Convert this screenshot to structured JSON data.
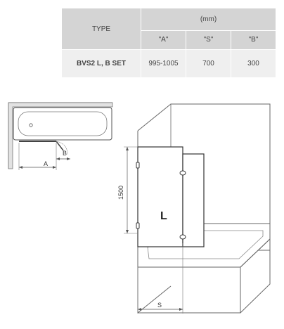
{
  "table": {
    "type_header": "TYPE",
    "unit_header": "(mm)",
    "columns": [
      "\"A\"",
      "\"S\"",
      "\"B\""
    ],
    "row": {
      "name": "BVS2 L, B SET",
      "values": [
        "995-1005",
        "700",
        "300"
      ]
    }
  },
  "plan": {
    "label_a": "A",
    "label_b": "B"
  },
  "view": {
    "height_label": "1500",
    "panel_label": "L",
    "width_label": "S"
  }
}
